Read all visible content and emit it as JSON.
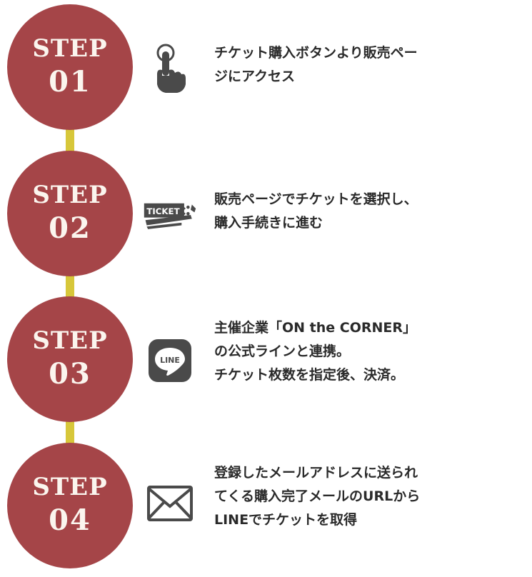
{
  "colors": {
    "circle": "#a54548",
    "connector": "#d7c73a",
    "icon": "#4a4a4a"
  },
  "steps": [
    {
      "label": "STEP",
      "num": "01",
      "icon": "hand-pointer-icon",
      "lines": [
        "チケット購入ボタンより販売ペー",
        "ジにアクセス"
      ]
    },
    {
      "label": "STEP",
      "num": "02",
      "icon": "ticket-icon",
      "icon_text": "TICKET",
      "lines": [
        "販売ページでチケットを選択し、",
        "購入手続きに進む"
      ]
    },
    {
      "label": "STEP",
      "num": "03",
      "icon": "line-app-icon",
      "icon_text": "LINE",
      "lines": [
        "主催企業「ON the CORNER」",
        "の公式ラインと連携。",
        "チケット枚数を指定後、決済。"
      ]
    },
    {
      "label": "STEP",
      "num": "04",
      "icon": "mail-icon",
      "lines": [
        "登録したメールアドレスに送られ",
        "てくる購入完了メールのURLから",
        "LINEでチケットを取得"
      ]
    }
  ]
}
